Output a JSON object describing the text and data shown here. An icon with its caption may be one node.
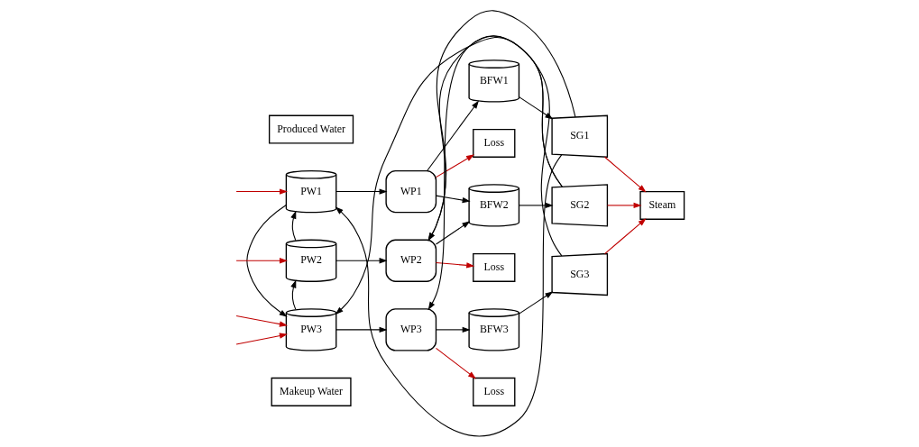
{
  "diagram": {
    "nodes": [
      {
        "text": [
          "Produced Water"
        ]
      },
      {
        "text": [
          "Steam"
        ]
      },
      {
        "text": [
          "PW1"
        ]
      },
      {
        "text": [
          "WP1"
        ]
      },
      {
        "text": [
          "Loss"
        ]
      },
      {
        "text": [
          "BFW1"
        ]
      },
      {
        "text": [
          "SG1"
        ]
      },
      {
        "text": [
          "PW2"
        ]
      },
      {
        "text": [
          "WP2"
        ]
      },
      {
        "text": [
          "Loss"
        ]
      },
      {
        "text": [
          "BFW2"
        ]
      },
      {
        "text": [
          "SG2"
        ]
      },
      {
        "text": [
          "PW3"
        ]
      },
      {
        "text": [
          "WP3"
        ]
      },
      {
        "text": [
          "Loss"
        ]
      },
      {
        "text": [
          "BFW3"
        ]
      },
      {
        "text": [
          "SG3"
        ]
      },
      {
        "text": [
          "Makeup Water"
        ]
      }
    ],
    "edges": [
      {
        "from": null,
        "to": 2,
        "arrow": "to",
        "color": "#c00000"
      },
      {
        "from": null,
        "to": 7,
        "arrow": "to",
        "color": "#c00000"
      },
      {
        "from": null,
        "to": 12,
        "arrow": "to",
        "color": "#c00000"
      },
      {
        "from": null,
        "to": 12,
        "arrow": "to",
        "color": "#c00000"
      },
      {
        "from": 2,
        "to": 12,
        "arrow": "to"
      },
      {
        "from": 7,
        "to": 2,
        "arrow": "to"
      },
      {
        "from": 12,
        "to": 7,
        "arrow": "to"
      },
      {
        "from": 2,
        "to": 3,
        "arrow": "to"
      },
      {
        "from": 7,
        "to": 8,
        "arrow": "to"
      },
      {
        "from": 12,
        "to": 13,
        "arrow": "to"
      },
      {
        "from": 3,
        "to": 4,
        "arrow": "to",
        "color": "#c00000"
      },
      {
        "from": 8,
        "to": 9,
        "arrow": "to",
        "color": "#c00000"
      },
      {
        "from": 13,
        "to": 14,
        "arrow": "to",
        "color": "#c00000"
      },
      {
        "from": 3,
        "to": 5,
        "arrow": "to"
      },
      {
        "from": 3,
        "to": 10,
        "arrow": "to"
      },
      {
        "from": 8,
        "to": 10,
        "arrow": "to"
      },
      {
        "from": 13,
        "to": 15,
        "arrow": "to"
      },
      {
        "from": 5,
        "to": 6,
        "arrow": "to"
      },
      {
        "from": 10,
        "to": 11,
        "arrow": "to"
      },
      {
        "from": 15,
        "to": 16,
        "arrow": "to"
      },
      {
        "from": 6,
        "to": 2,
        "arrow": "to"
      },
      {
        "from": 6,
        "to": 8,
        "arrow": "to"
      },
      {
        "from": 11,
        "to": 8,
        "arrow": "to"
      },
      {
        "from": 11,
        "to": 13,
        "arrow": "to"
      },
      {
        "from": 16,
        "to": 12,
        "arrow": "to"
      },
      {
        "from": 6,
        "to": 1,
        "arrow": "to",
        "color": "#c00000"
      },
      {
        "from": 11,
        "to": 1,
        "arrow": "to",
        "color": "#c00000"
      },
      {
        "from": 16,
        "to": 1,
        "arrow": "to",
        "color": "#c00000"
      }
    ]
  }
}
